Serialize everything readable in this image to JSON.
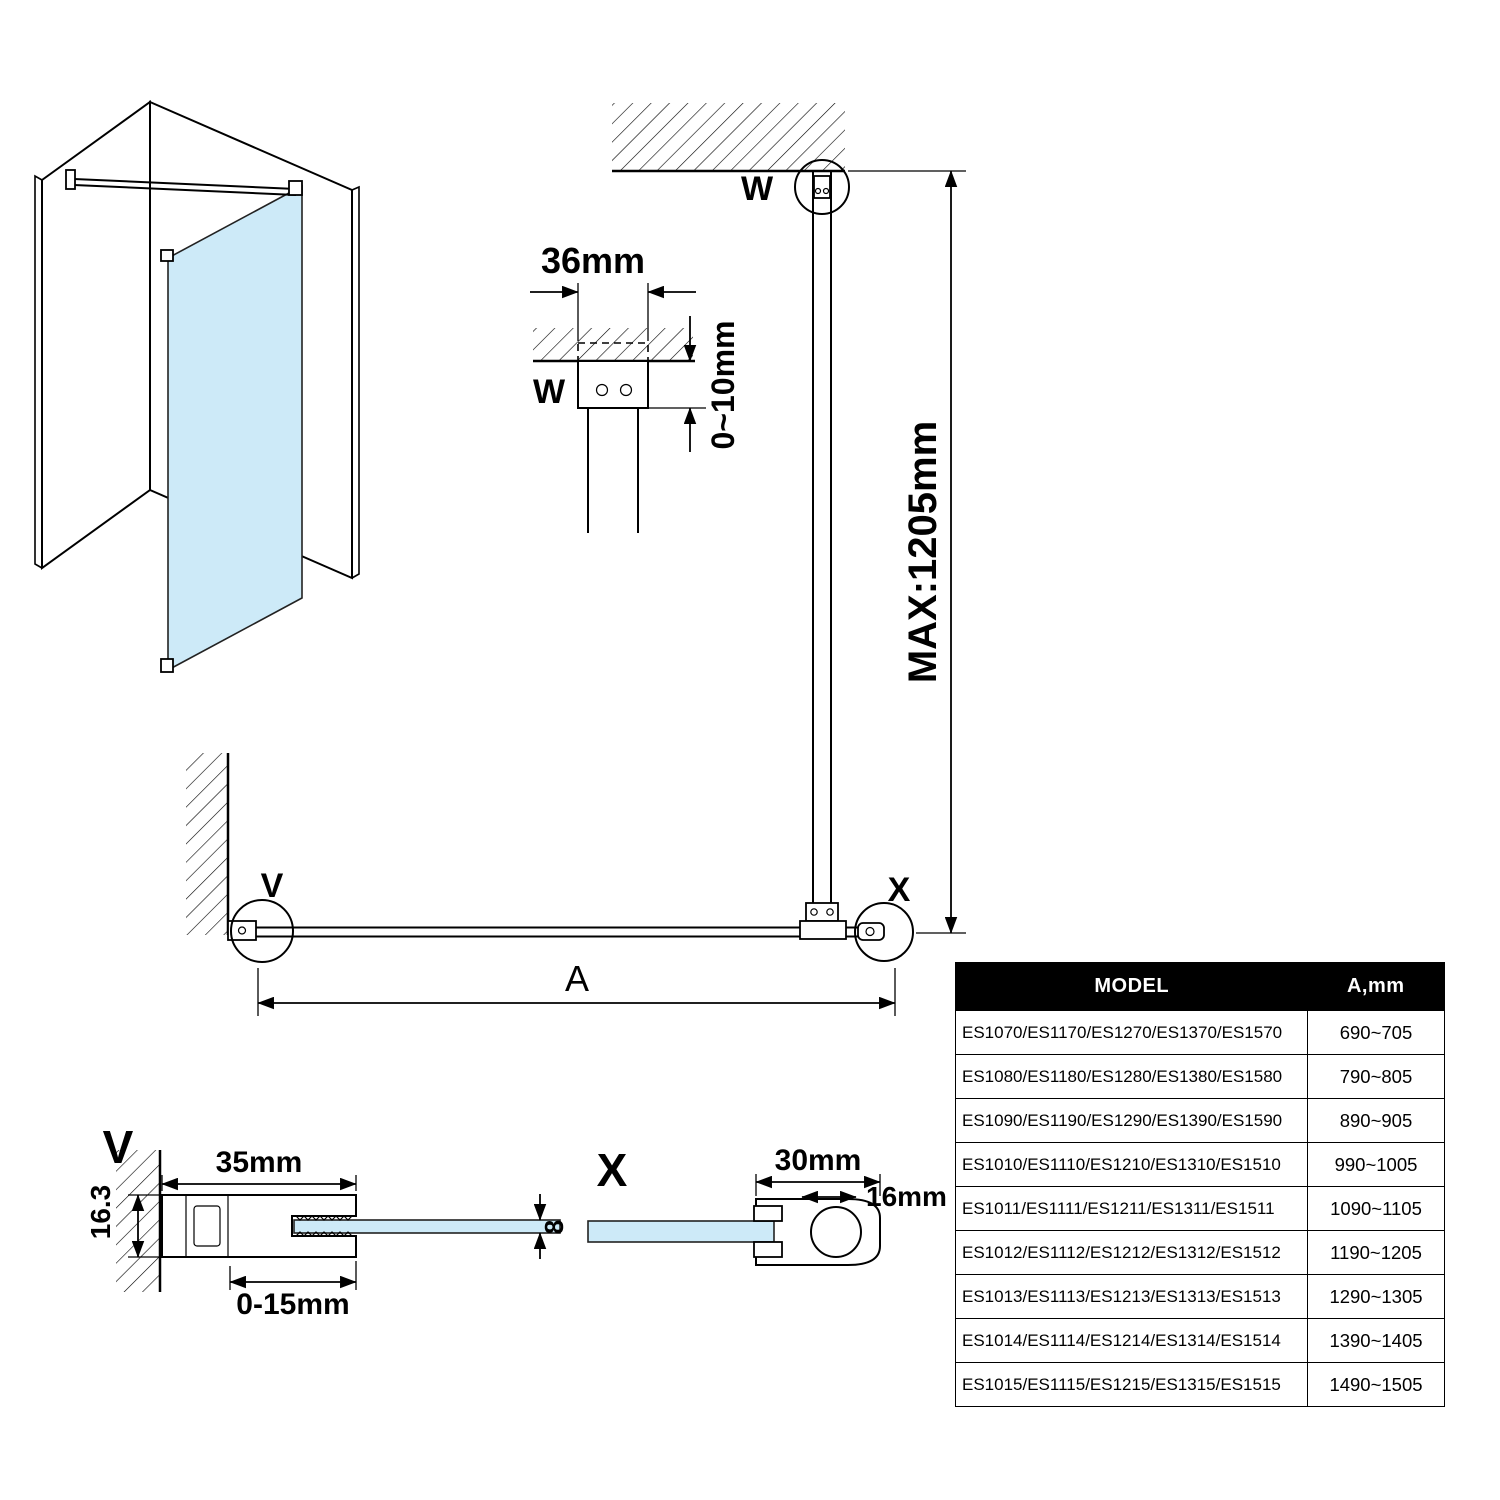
{
  "colors": {
    "glass": "#cdeaf8",
    "line": "#000000",
    "table_header_bg": "#000000",
    "table_header_text": "#ffffff"
  },
  "labels": {
    "w": "W",
    "v": "V",
    "x": "X",
    "a": "A"
  },
  "dimensions": {
    "bracket_width": "36mm",
    "ceiling_gap": "0~10mm",
    "max_height": "MAX:1205mm",
    "profile_height": "16.3",
    "profile_width": "35mm",
    "glass_thickness": "8",
    "adjust_range": "0-15mm",
    "holder_depth": "30mm",
    "holder_width": "16mm"
  },
  "table": {
    "headers": [
      "MODEL",
      "A,mm"
    ],
    "rows": [
      {
        "model": "ES1070/ES1170/ES1270/ES1370/ES1570",
        "a": "690~705"
      },
      {
        "model": "ES1080/ES1180/ES1280/ES1380/ES1580",
        "a": "790~805"
      },
      {
        "model": "ES1090/ES1190/ES1290/ES1390/ES1590",
        "a": "890~905"
      },
      {
        "model": "ES1010/ES1110/ES1210/ES1310/ES1510",
        "a": "990~1005"
      },
      {
        "model": "ES1011/ES1111/ES1211/ES1311/ES1511",
        "a": "1090~1105"
      },
      {
        "model": "ES1012/ES1112/ES1212/ES1312/ES1512",
        "a": "1190~1205"
      },
      {
        "model": "ES1013/ES1113/ES1213/ES1313/ES1513",
        "a": "1290~1305"
      },
      {
        "model": "ES1014/ES1114/ES1214/ES1314/ES1514",
        "a": "1390~1405"
      },
      {
        "model": "ES1015/ES1115/ES1215/ES1315/ES1515",
        "a": "1490~1505"
      }
    ]
  }
}
